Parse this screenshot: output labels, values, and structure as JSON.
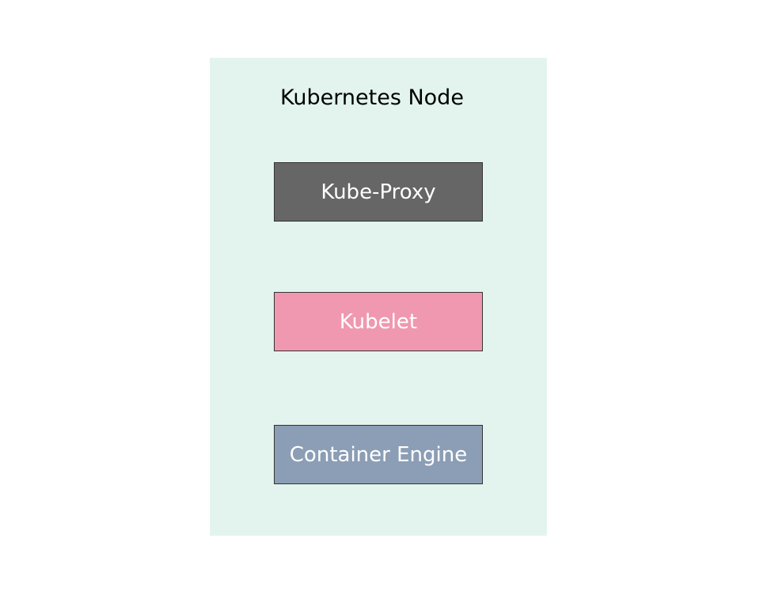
{
  "diagram": {
    "node": {
      "title": "Kubernetes Node",
      "background_color": "#e3f4ee"
    },
    "components": [
      {
        "label": "Kube-Proxy",
        "color": "#666666"
      },
      {
        "label": "Kubelet",
        "color": "#f098b0"
      },
      {
        "label": "Container Engine",
        "color": "#8c9eb5"
      }
    ]
  }
}
